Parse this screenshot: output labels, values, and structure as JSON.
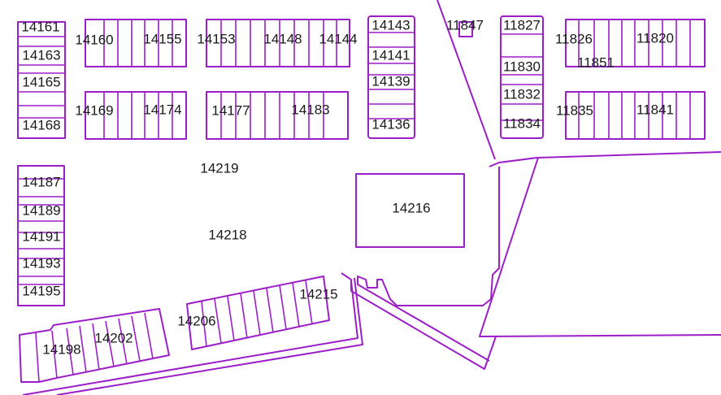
{
  "colors": {
    "outline": "#9b1ec8",
    "background": "#ffffff",
    "label": "#1a1a1a"
  },
  "lots": [
    "14161",
    "14160",
    "14155",
    "14153",
    "14148",
    "14144",
    "14143",
    "11847",
    "11827",
    "11826",
    "11820",
    "14163",
    "14141",
    "11830",
    "11851",
    "14165",
    "14139",
    "11832",
    "14169",
    "14174",
    "14177",
    "14183",
    "11835",
    "11841",
    "14168",
    "14136",
    "11834",
    "14219",
    "14187",
    "14216",
    "14189",
    "14218",
    "14191",
    "14193",
    "14195",
    "14215",
    "14206",
    "14202",
    "14198"
  ]
}
